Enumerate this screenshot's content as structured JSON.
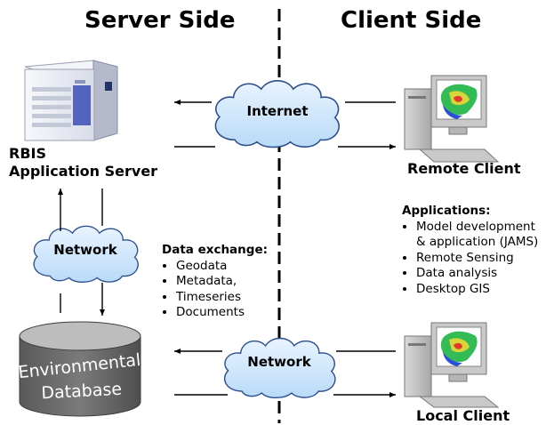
{
  "headers": {
    "server_side": "Server Side",
    "client_side": "Client Side"
  },
  "server": {
    "label_line1": "RBIS",
    "label_line2": "Application Server",
    "icon": "server-tower-icon"
  },
  "clouds": {
    "internet": "Internet",
    "network_left": "Network",
    "network_bottom": "Network"
  },
  "database": {
    "line1": "Environmental",
    "line2": "Database",
    "icon": "database-cylinder-icon"
  },
  "data_exchange": {
    "title": "Data exchange:",
    "items": [
      "Geodata",
      "Metadata,",
      "Timeseries",
      "Documents"
    ]
  },
  "remote_client": {
    "label": "Remote Client",
    "icon": "computer-with-map-icon"
  },
  "local_client": {
    "label": "Local Client",
    "icon": "computer-with-map-icon"
  },
  "applications": {
    "title": "Applications:",
    "items": [
      "Model development",
      "& application (JAMS)",
      "Remote Sensing",
      "Data analysis",
      "Desktop GIS"
    ]
  },
  "colors": {
    "cloud_fill": "#cde6fb",
    "cloud_stroke": "#2b4f8c",
    "database_top": "#bdbdbd",
    "database_body": "#6d6d6d",
    "server_body": "#eef0f6",
    "monitor_frame": "#c0c0c0"
  }
}
